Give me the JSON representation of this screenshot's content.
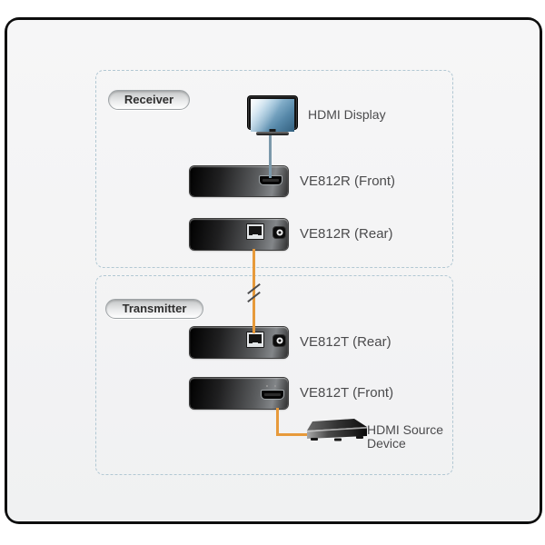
{
  "sections": {
    "receiver": {
      "label": "Receiver"
    },
    "transmitter": {
      "label": "Transmitter"
    }
  },
  "nodes": {
    "hdmi_display": {
      "label": "HDMI Display",
      "icon": "monitor-icon"
    },
    "ve812r_front": {
      "label": "VE812R (Front)",
      "icon": "extender-box-hdmi-port-icon"
    },
    "ve812r_rear": {
      "label": "VE812R (Rear)",
      "icon": "extender-box-rj45-power-icon"
    },
    "ve812t_rear": {
      "label": "VE812T (Rear)",
      "icon": "extender-box-rj45-power-icon"
    },
    "ve812t_front": {
      "label": "VE812T (Front)",
      "icon": "extender-box-hdmi-port-icon"
    },
    "hdmi_source": {
      "label_line1": "HDMI Source",
      "label_line2": "Device",
      "icon": "media-player-icon"
    }
  },
  "connections": [
    {
      "from": "hdmi_display",
      "to": "ve812r_front",
      "color": "#7c99ab"
    },
    {
      "from": "ve812r_rear",
      "to": "ve812t_rear",
      "color": "#e79a3b",
      "break_marker": true
    },
    {
      "from": "ve812t_front",
      "to": "hdmi_source",
      "color": "#e79a3b"
    }
  ],
  "colors": {
    "frame": "#0d0d0d",
    "canvas": "#f3f3f4",
    "section_dashed_border": "#b2c8d3",
    "hdmi_cable": "#7c99ab",
    "link_cable": "#e79a3b",
    "label_text": "#4b4b4d"
  }
}
